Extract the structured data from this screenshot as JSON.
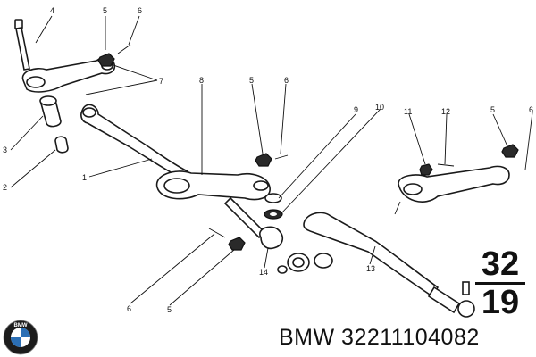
{
  "callouts": {
    "c4": "4",
    "c5a": "5",
    "c6a": "6",
    "c7": "7",
    "c8": "8",
    "c5b": "5",
    "c6b": "6",
    "c3": "3",
    "c2": "2",
    "c1": "1",
    "c9": "9",
    "c10": "10",
    "c11": "11",
    "c12": "12",
    "c5c": "5",
    "c6c": "6",
    "c14": "14",
    "c13": "13",
    "c6d": "6",
    "c5d": "5"
  },
  "group_code": {
    "top": "32",
    "bottom": "19"
  },
  "caption": "BMW 32211104082",
  "logo": {
    "icon": "bmw-roundel-icon",
    "lettering": "BMW",
    "colors": {
      "blue": "#2b6fb5",
      "ring": "#1c1c1c"
    }
  }
}
